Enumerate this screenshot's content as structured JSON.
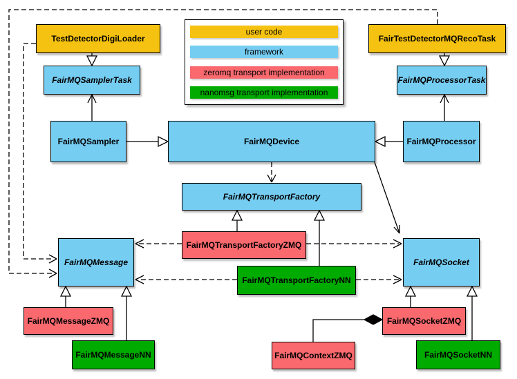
{
  "colors": {
    "user_code": "#F5C211",
    "framework": "#76CDF2",
    "zeromq": "#F9696E",
    "nanomsg": "#00AB00",
    "line": "#000000",
    "background": "#FFFFFF"
  },
  "legend": {
    "items": [
      {
        "label": "user code",
        "category": "user_code"
      },
      {
        "label": "framework",
        "category": "framework"
      },
      {
        "label": "zeromq transport implementation",
        "category": "zeromq"
      },
      {
        "label": "nanomsg transport implementation",
        "category": "nanomsg"
      }
    ]
  },
  "nodes": {
    "test_detector_digi_loader": {
      "label": "TestDetectorDigiLoader",
      "category": "user_code",
      "abstract": false
    },
    "fair_test_detector_mq_reco_task": {
      "label": "FairTestDetectorMQRecoTask",
      "category": "user_code",
      "abstract": false
    },
    "fairmq_sampler_task": {
      "label": "FairMQSamplerTask",
      "category": "framework",
      "abstract": true
    },
    "fairmq_processor_task": {
      "label": "FairMQProcessorTask",
      "category": "framework",
      "abstract": true
    },
    "fairmq_sampler": {
      "label": "FairMQSampler",
      "category": "framework",
      "abstract": false
    },
    "fairmq_device": {
      "label": "FairMQDevice",
      "category": "framework",
      "abstract": false
    },
    "fairmq_processor": {
      "label": "FairMQProcessor",
      "category": "framework",
      "abstract": false
    },
    "fairmq_transport_factory": {
      "label": "FairMQTransportFactory",
      "category": "framework",
      "abstract": true
    },
    "fairmq_transport_factory_zmq": {
      "label": "FairMQTransportFactoryZMQ",
      "category": "zeromq",
      "abstract": false
    },
    "fairmq_transport_factory_nn": {
      "label": "FairMQTransportFactoryNN",
      "category": "nanomsg",
      "abstract": false
    },
    "fairmq_message": {
      "label": "FairMQMessage",
      "category": "framework",
      "abstract": true
    },
    "fairmq_socket": {
      "label": "FairMQSocket",
      "category": "framework",
      "abstract": true
    },
    "fairmq_message_zmq": {
      "label": "FairMQMessageZMQ",
      "category": "zeromq",
      "abstract": false
    },
    "fairmq_message_nn": {
      "label": "FairMQMessageNN",
      "category": "nanomsg",
      "abstract": false
    },
    "fairmq_socket_zmq": {
      "label": "FairMQSocketZMQ",
      "category": "zeromq",
      "abstract": false
    },
    "fairmq_socket_nn": {
      "label": "FairMQSocketNN",
      "category": "nanomsg",
      "abstract": false
    },
    "fairmq_context_zmq": {
      "label": "FairMQContextZMQ",
      "category": "zeromq",
      "abstract": false
    }
  },
  "edges": [
    {
      "from": "TestDetectorDigiLoader",
      "to": "FairMQSamplerTask",
      "type": "inheritance"
    },
    {
      "from": "FairTestDetectorMQRecoTask",
      "to": "FairMQProcessorTask",
      "type": "inheritance"
    },
    {
      "from": "FairMQSampler",
      "to": "FairMQSamplerTask",
      "type": "association"
    },
    {
      "from": "FairMQProcessor",
      "to": "FairMQProcessorTask",
      "type": "association"
    },
    {
      "from": "FairMQSampler",
      "to": "FairMQDevice",
      "type": "inheritance"
    },
    {
      "from": "FairMQProcessor",
      "to": "FairMQDevice",
      "type": "inheritance"
    },
    {
      "from": "FairMQDevice",
      "to": "FairMQTransportFactory",
      "type": "dependency"
    },
    {
      "from": "FairMQDevice",
      "to": "FairMQSocket",
      "type": "association"
    },
    {
      "from": "FairMQTransportFactoryZMQ",
      "to": "FairMQTransportFactory",
      "type": "inheritance"
    },
    {
      "from": "FairMQTransportFactoryNN",
      "to": "FairMQTransportFactory",
      "type": "inheritance"
    },
    {
      "from": "FairMQTransportFactoryZMQ",
      "to": "FairMQMessage",
      "type": "dependency"
    },
    {
      "from": "FairMQTransportFactoryZMQ",
      "to": "FairMQSocket",
      "type": "dependency"
    },
    {
      "from": "FairMQTransportFactoryNN",
      "to": "FairMQMessage",
      "type": "dependency"
    },
    {
      "from": "FairMQTransportFactoryNN",
      "to": "FairMQSocket",
      "type": "dependency"
    },
    {
      "from": "TestDetectorDigiLoader",
      "to": "FairMQMessage",
      "type": "dependency"
    },
    {
      "from": "FairTestDetectorMQRecoTask",
      "to": "FairMQMessage",
      "type": "dependency"
    },
    {
      "from": "FairMQMessageZMQ",
      "to": "FairMQMessage",
      "type": "inheritance"
    },
    {
      "from": "FairMQMessageNN",
      "to": "FairMQMessage",
      "type": "inheritance"
    },
    {
      "from": "FairMQSocketZMQ",
      "to": "FairMQSocket",
      "type": "inheritance"
    },
    {
      "from": "FairMQSocketNN",
      "to": "FairMQSocket",
      "type": "inheritance"
    },
    {
      "from": "FairMQContextZMQ",
      "to": "FairMQSocketZMQ",
      "type": "composition"
    }
  ]
}
